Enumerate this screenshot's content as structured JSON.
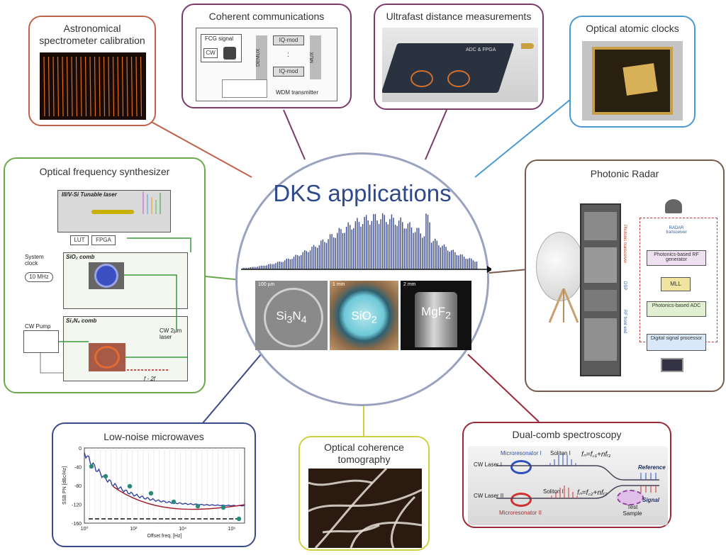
{
  "center": {
    "title": "DKS applications",
    "samples": [
      {
        "scale": "100 µm",
        "material_html": "Si<sub>3</sub>N<sub>4</sub>"
      },
      {
        "scale": "1 mm",
        "material_html": "SiO<sub>2</sub>"
      },
      {
        "scale": "2 mm",
        "material_html": "MgF<sub>2</sub>"
      }
    ]
  },
  "panels": {
    "astro": {
      "title": "Astronomical spectrometer calibration",
      "color": "#c0614a"
    },
    "coherent": {
      "title": "Coherent communications",
      "color": "#7a3a6a",
      "fcg": "FCG signal",
      "cw": "CW",
      "demux": "DEMUX",
      "mux": "MUX",
      "iq1": "IQ-mod",
      "iq2": "IQ-mod",
      "dots": ":",
      "wdm": "WDM transmitter"
    },
    "ultrafast": {
      "title": "Ultrafast distance measurements",
      "color": "#7a3a6a",
      "chip_label": "ADC & FPGA"
    },
    "clocks": {
      "title": "Optical atomic clocks",
      "color": "#4a9ad0"
    },
    "synth": {
      "title": "Optical frequency synthesizer",
      "color": "#6aaa4a",
      "laser": "III/V-Si Tunable laser",
      "lut": "LUT",
      "fpga": "FPGA",
      "sysclock": "System clock",
      "mhz": "10 MHz",
      "sio2": "SiO₂ comb",
      "si3n4": "Si₃N₄ comb",
      "cwpump": "CW Pump",
      "cw2": "CW 2µm laser",
      "f2f": "f - 2f"
    },
    "radar": {
      "title": "Photonic Radar",
      "color": "#7a5a4a",
      "transceiver": "RADAR transceiver",
      "rfgen": "Photonics-based RF generator",
      "mll": "MLL",
      "adc": "Photonics-based ADC",
      "dsp": "Digital signal processor",
      "side1": "Photonic transceiver",
      "side2": "DSP",
      "side3": "RF front end"
    },
    "microwave": {
      "title": "Low-noise microwaves",
      "color": "#3a4a8a",
      "ylabel": "SSB PN [dBc/Hz]",
      "xlabel": "Offset freq. [Hz]",
      "yticks": [
        "0",
        "-40",
        "-80",
        "-120",
        "-160"
      ],
      "xticks": [
        "10⁰",
        "10²",
        "10⁴",
        "10⁶"
      ]
    },
    "oct": {
      "title": "Optical coherence tomography",
      "color": "#d0d040"
    },
    "dualcomb": {
      "title": "Dual-comb spectroscopy",
      "color": "#9a2a3a",
      "cw1": "CW Laser I",
      "cw2": "CW Laser II",
      "mr1": "Microresonator I",
      "mr2": "Microresonator II",
      "sol1": "Soliton I",
      "sol2": "Soliton II",
      "f1": "fₙ=f꜀₁+nfᵣ₁",
      "f2": "fₙ=f꜀₂+nfᵣ₂",
      "ref": "Reference",
      "sig": "Signal",
      "sample": "Test Sample"
    }
  }
}
